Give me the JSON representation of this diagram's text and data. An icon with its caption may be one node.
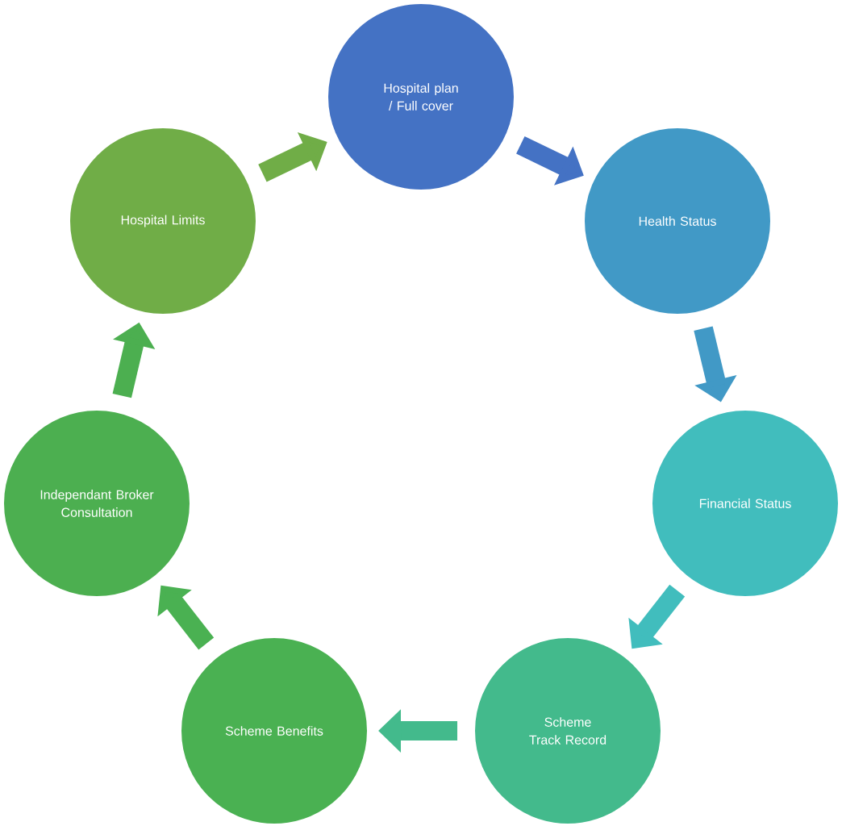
{
  "diagram": {
    "nodes": [
      {
        "text": [
          "Hospital plan / Full cover"
        ]
      },
      {
        "text": [
          "Health Status"
        ]
      },
      {
        "text": [
          "Financial Status"
        ]
      },
      {
        "text": [
          "Scheme Track Record"
        ]
      },
      {
        "text": [
          "Scheme Benefits"
        ]
      },
      {
        "text": [
          "Independant Broker Consultation"
        ]
      },
      {
        "text": [
          "Hospital Limits"
        ]
      }
    ],
    "edges": [
      {
        "from": 0,
        "to": 1,
        "arrow": "to",
        "color": "#4472c4"
      },
      {
        "from": 1,
        "to": 2,
        "arrow": "to",
        "color": "#4199c6"
      },
      {
        "from": 2,
        "to": 3,
        "arrow": "to",
        "color": "#41bdbd"
      },
      {
        "from": 3,
        "to": 4,
        "arrow": "to",
        "color": "#43ba8c"
      },
      {
        "from": 4,
        "to": 5,
        "arrow": "to",
        "color": "#4ab152"
      },
      {
        "from": 5,
        "to": 6,
        "arrow": "to",
        "color": "#4caf50"
      },
      {
        "from": 6,
        "to": 0,
        "arrow": "to",
        "color": "#70ad47"
      }
    ]
  }
}
